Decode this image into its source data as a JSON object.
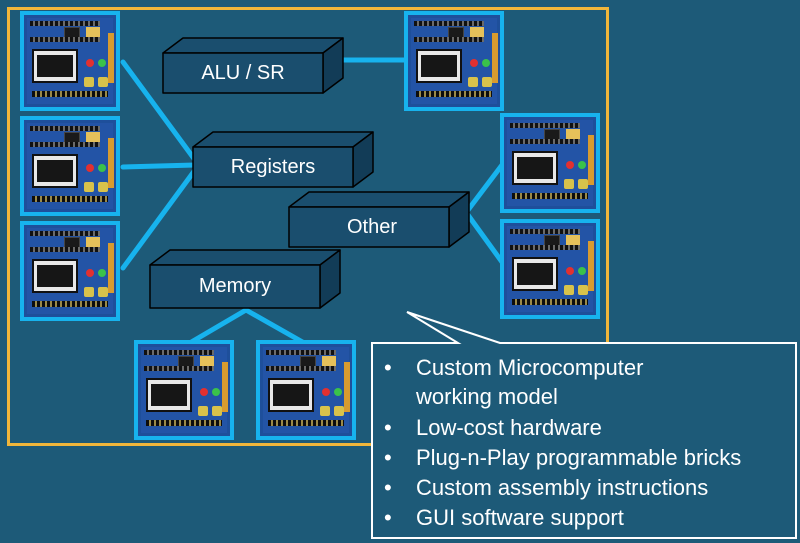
{
  "diagram": {
    "blocks": {
      "alu": "ALU / SR",
      "registers": "Registers",
      "other": "Other",
      "memory": "Memory"
    },
    "callout": {
      "bullet_char": "•",
      "items": [
        "Custom Microcomputer",
        "working model",
        "Low-cost hardware",
        "Plug-n-Play programmable bricks",
        "Custom assembly instructions",
        "GUI software support"
      ]
    },
    "colors": {
      "background": "#1d5a78",
      "frame": "#f0b63b",
      "connector": "#17b3ee",
      "block_face": "#1a4e6e",
      "board_border": "#17b3ee"
    }
  }
}
